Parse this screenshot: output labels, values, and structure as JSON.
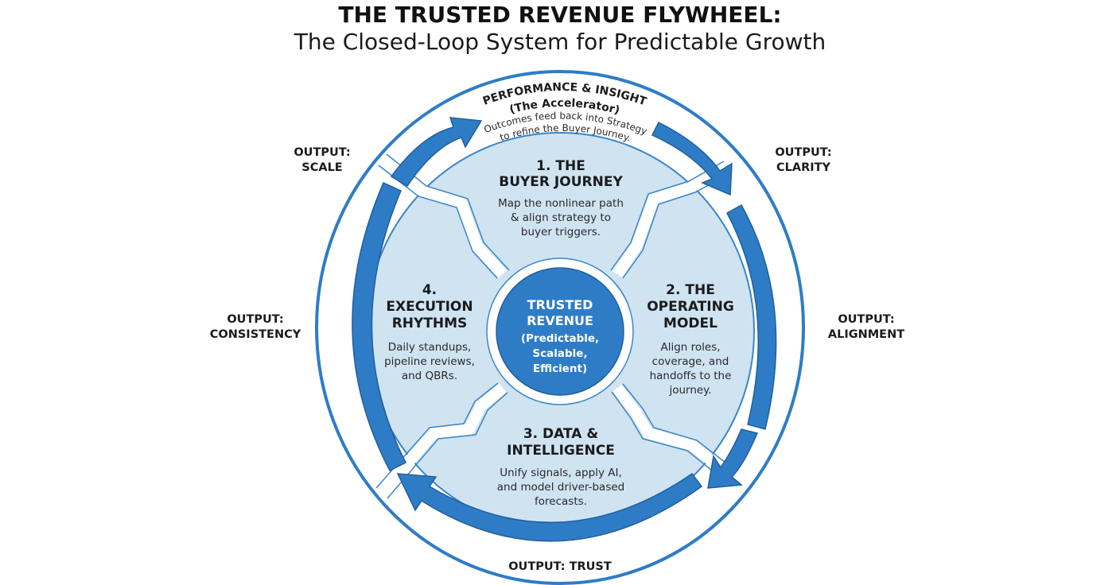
{
  "header": {
    "title": "THE TRUSTED REVENUE FLYWHEEL:",
    "subtitle": "The Closed-Loop System for Predictable Growth"
  },
  "accelerator": {
    "title": "PERFORMANCE & INSIGHT",
    "subtitle": "(The Accelerator)",
    "desc_line1": "Outcomes feed back into Strategy",
    "desc_line2": "to refine the Buyer Journey."
  },
  "segments": [
    {
      "id": "buyer-journey",
      "title_lines": [
        "1. THE",
        "BUYER JOURNEY"
      ],
      "desc_lines": [
        "Map the nonlinear path",
        "& align strategy to",
        "buyer triggers."
      ]
    },
    {
      "id": "operating-model",
      "title_lines": [
        "2. THE",
        "OPERATING",
        "MODEL"
      ],
      "desc_lines": [
        "Align roles,",
        "coverage, and",
        "handoffs to the",
        "journey."
      ]
    },
    {
      "id": "data-intelligence",
      "title_lines": [
        "3. DATA &",
        "INTELLIGENCE"
      ],
      "desc_lines": [
        "Unify signals, apply AI,",
        "and model driver-based",
        "forecasts."
      ]
    },
    {
      "id": "execution-rhythms",
      "title_lines": [
        "4.",
        "EXECUTION",
        "RHYTHMS"
      ],
      "desc_lines": [
        "Daily standups,",
        "pipeline reviews,",
        "and QBRs."
      ]
    }
  ],
  "center": {
    "lines": [
      "TRUSTED",
      "REVENUE",
      "(Predictable,",
      "Scalable,",
      "Efficient)"
    ]
  },
  "outputs": {
    "clarity": [
      "OUTPUT:",
      "CLARITY"
    ],
    "alignment": [
      "OUTPUT:",
      "ALIGNMENT"
    ],
    "trust": [
      "OUTPUT: TRUST"
    ],
    "consistency": [
      "OUTPUT:",
      "CONSISTENCY"
    ],
    "scale": [
      "OUTPUT:",
      "SCALE"
    ]
  },
  "colors": {
    "primary_blue": "#2f7cc6",
    "arrow_outline": "#1f5f9e",
    "segment_fill": "#cfe3f1",
    "segment_stroke": "#3a86c8",
    "text_dark": "#1b1b1b"
  }
}
